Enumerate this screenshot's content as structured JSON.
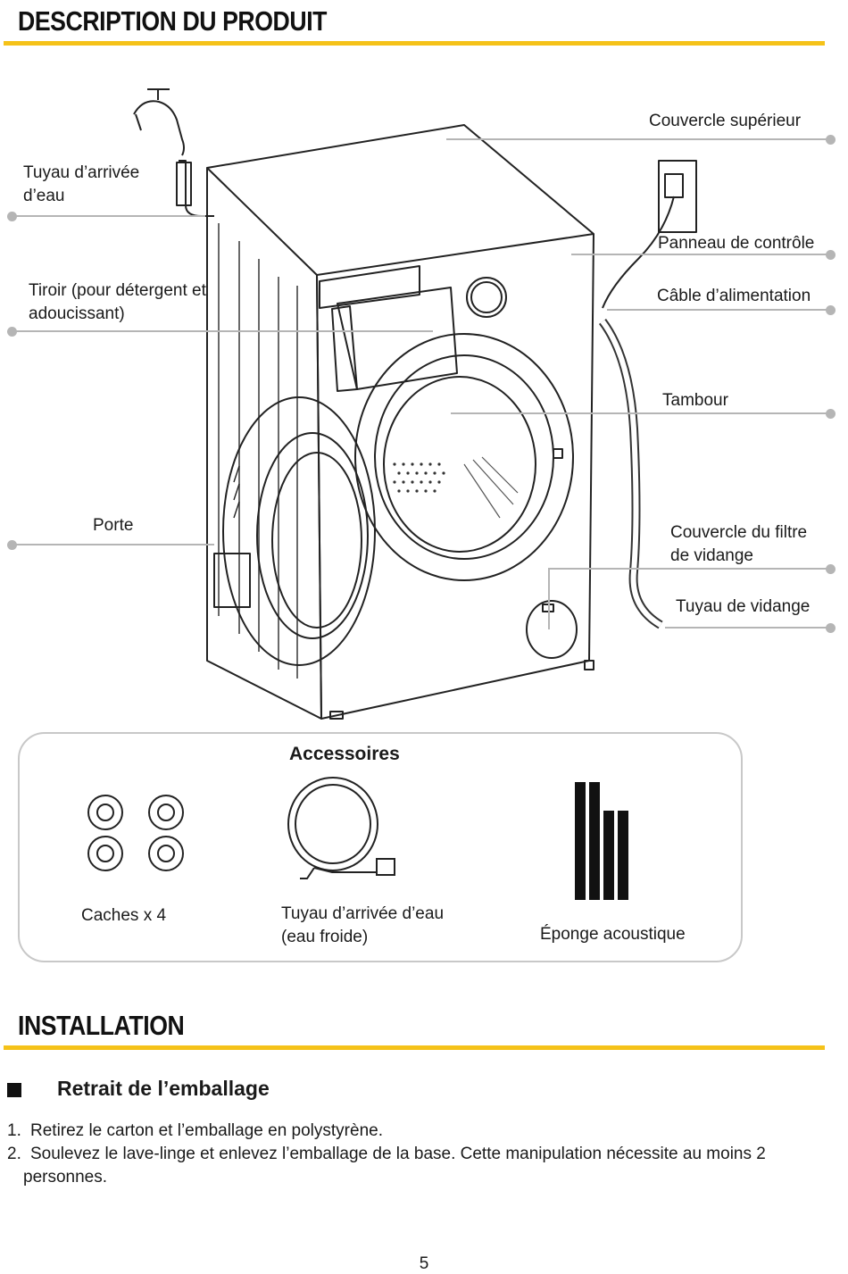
{
  "sections": {
    "description_title": "DESCRIPTION DU PRODUIT",
    "installation_title": "INSTALLATION"
  },
  "labels": {
    "inlet_hose": "Tuyau d’arrivée d’eau",
    "drawer": "Tiroir (pour détergent et adoucissant)",
    "door": "Porte",
    "top_cover": "Couvercle supérieur",
    "control_panel": "Panneau de contrôle",
    "power_cable": "Câble d’alimentation",
    "drum": "Tambour",
    "filter_cover": "Couvercle du filtre de vidange",
    "drain_hose": "Tuyau de vidange"
  },
  "accessories": {
    "title": "Accessoires",
    "items": [
      {
        "label": "Caches x 4",
        "icon": "caps-icon"
      },
      {
        "label": "Tuyau d’arrivée d’eau (eau froide)",
        "icon": "inlet-hose-icon"
      },
      {
        "label": "Éponge acoustique",
        "icon": "acoustic-sponge-icon"
      }
    ]
  },
  "installation": {
    "subtitle": "Retrait de l’emballage",
    "steps": [
      {
        "num": "1.",
        "text": "Retirez le carton et l’emballage en polystyrène."
      },
      {
        "num": "2.",
        "text": "Soulevez le lave-linge et enlevez l’emballage de la base. Cette manipulation nécessite au moins 2",
        "cont": "personnes."
      }
    ]
  },
  "page_number": "5",
  "colors": {
    "accent": "#f5c219",
    "leader": "#b5b5b5"
  }
}
